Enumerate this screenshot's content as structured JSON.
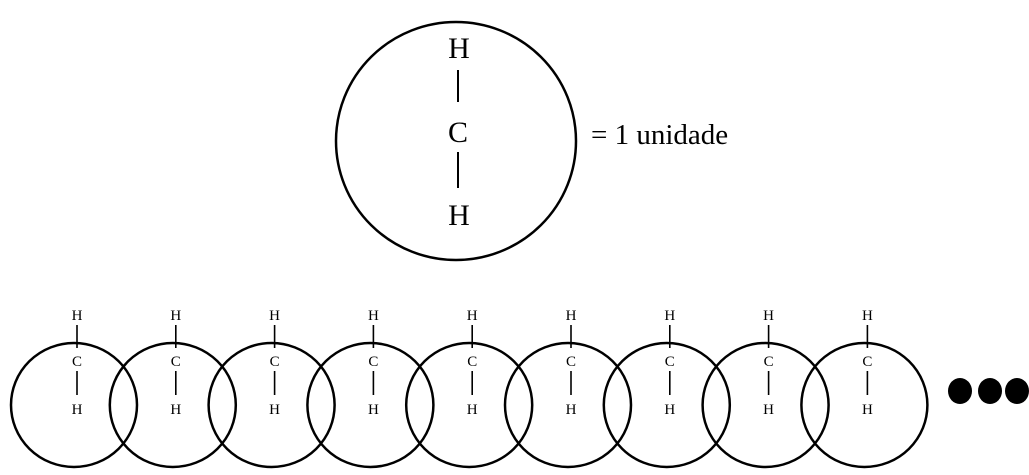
{
  "legend_unit": {
    "top_atom": "H",
    "center_atom": "C",
    "bottom_atom": "H",
    "equals_label": "= 1 unidade"
  },
  "chain": {
    "unit_count": 9,
    "top_atom": "H",
    "center_atom": "C",
    "bottom_atom": "H",
    "continuation_dots": 3
  },
  "colors": {
    "ink": "#000000",
    "background": "#ffffff"
  }
}
